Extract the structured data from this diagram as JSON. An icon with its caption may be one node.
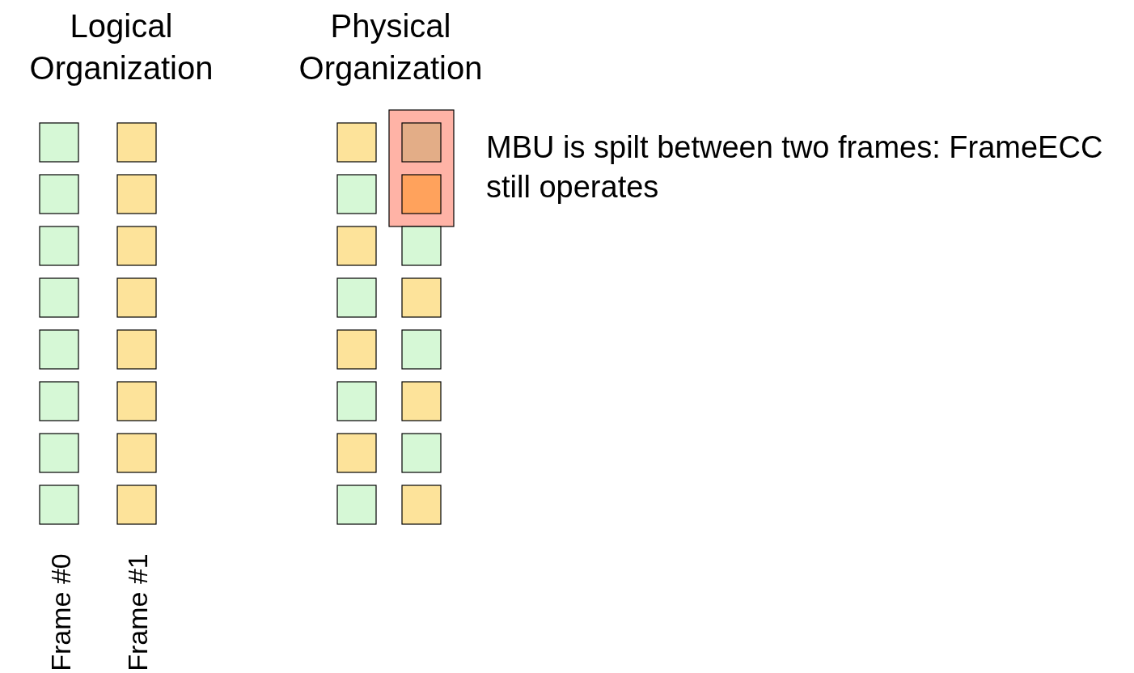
{
  "diagram": {
    "labels": [
      "Logical Organization",
      "Physical Organization",
      "MBU is spilt between two frames: FrameECC still operates",
      "Frame #0",
      "Frame #1"
    ]
  }
}
